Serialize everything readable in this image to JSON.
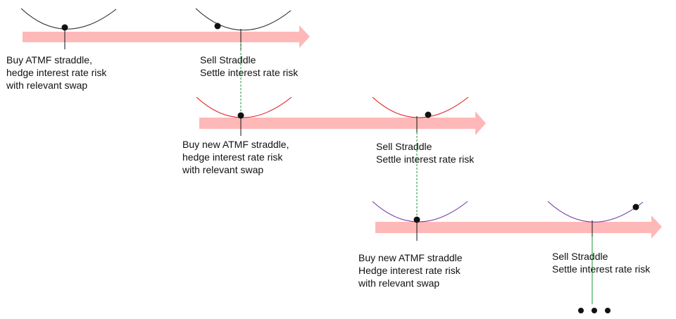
{
  "diagram": {
    "title": "",
    "colors": {
      "arrow": "#ffb8b8",
      "stage1_curve": "#222222",
      "stage2_curve": "#e01010",
      "stage3_curve": "#7030a0",
      "connector": "#1a9a3a",
      "dot": "#111111"
    },
    "stages": [
      {
        "buy_label": [
          "Buy ATMF straddle,",
          "hedge interest rate risk",
          "with relevant swap"
        ],
        "sell_label": [
          "Sell Straddle",
          "Settle interest rate risk"
        ]
      },
      {
        "buy_label": [
          "Buy new ATMF straddle,",
          "hedge interest rate risk",
          "with relevant swap"
        ],
        "sell_label": [
          "Sell Straddle",
          "Settle interest rate risk"
        ]
      },
      {
        "buy_label": [
          "Buy new ATMF straddle",
          "Hedge interest rate risk",
          "with relevant swap"
        ],
        "sell_label": [
          "Sell Straddle",
          "Settle interest rate risk"
        ]
      }
    ],
    "continuation": "ellipsis"
  }
}
